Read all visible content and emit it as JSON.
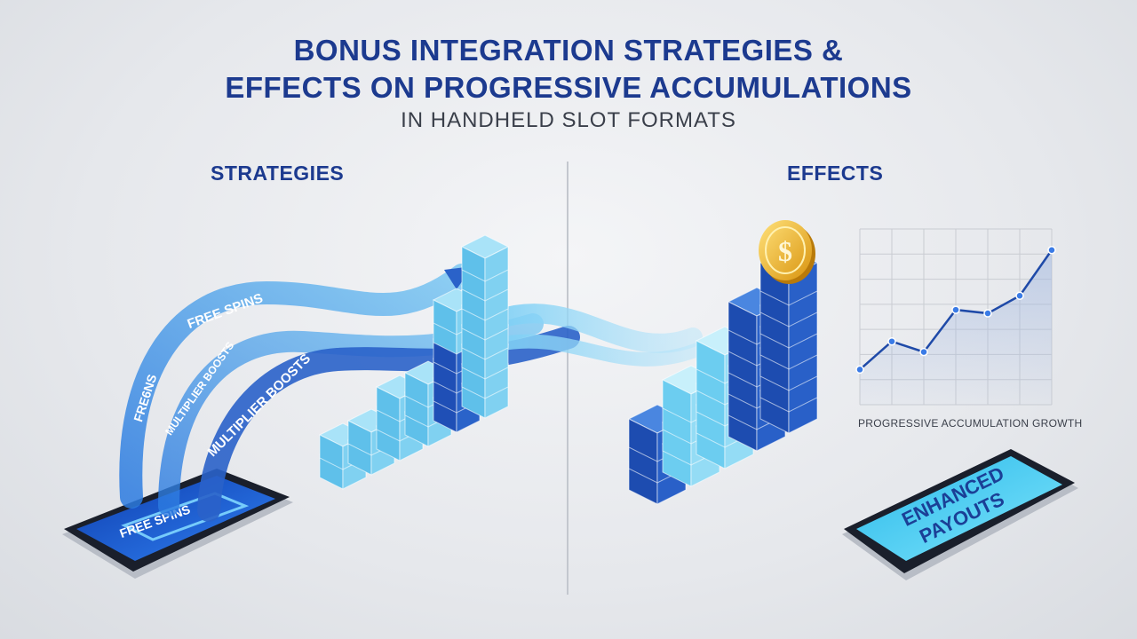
{
  "title": {
    "line1": "BONUS INTEGRATION STRATEGIES &",
    "line2": "EFFECTS ON PROGRESSIVE ACCUMULATIONS",
    "subtitle": "IN HANDHELD SLOT FORMATS"
  },
  "sections": {
    "left": "STRATEGIES",
    "right": "EFFECTS"
  },
  "streams": {
    "free_spins_top": "FREE SPINS",
    "free_spins_left": "FRE6NS",
    "multiplier_inner": "MULTIPLIER BOOSTS",
    "multiplier_outer": "MULTIPLIER BOOSTS"
  },
  "phone_left": {
    "screen_text": "FREE SPINS"
  },
  "phone_right": {
    "screen_line1": "ENHANCED",
    "screen_line2": "PAYOUTS"
  },
  "coin_symbol": "$",
  "colors": {
    "title": "#1c3a8f",
    "dark_blue": "#1f55c4",
    "light_blue": "#5fc3ea",
    "stream": "#4f9fe6",
    "gold": "#f1b82a"
  },
  "chart_data": {
    "type": "line",
    "title": "",
    "xlabel": "PROGRESSIVE ACCUMULATION GROWTH",
    "ylabel": "",
    "x": [
      1,
      2,
      3,
      4,
      5,
      6,
      7
    ],
    "values": [
      2.0,
      3.6,
      3.0,
      5.4,
      5.2,
      6.2,
      8.8
    ],
    "ylim": [
      0,
      10
    ],
    "grid": true,
    "legend": "none"
  }
}
